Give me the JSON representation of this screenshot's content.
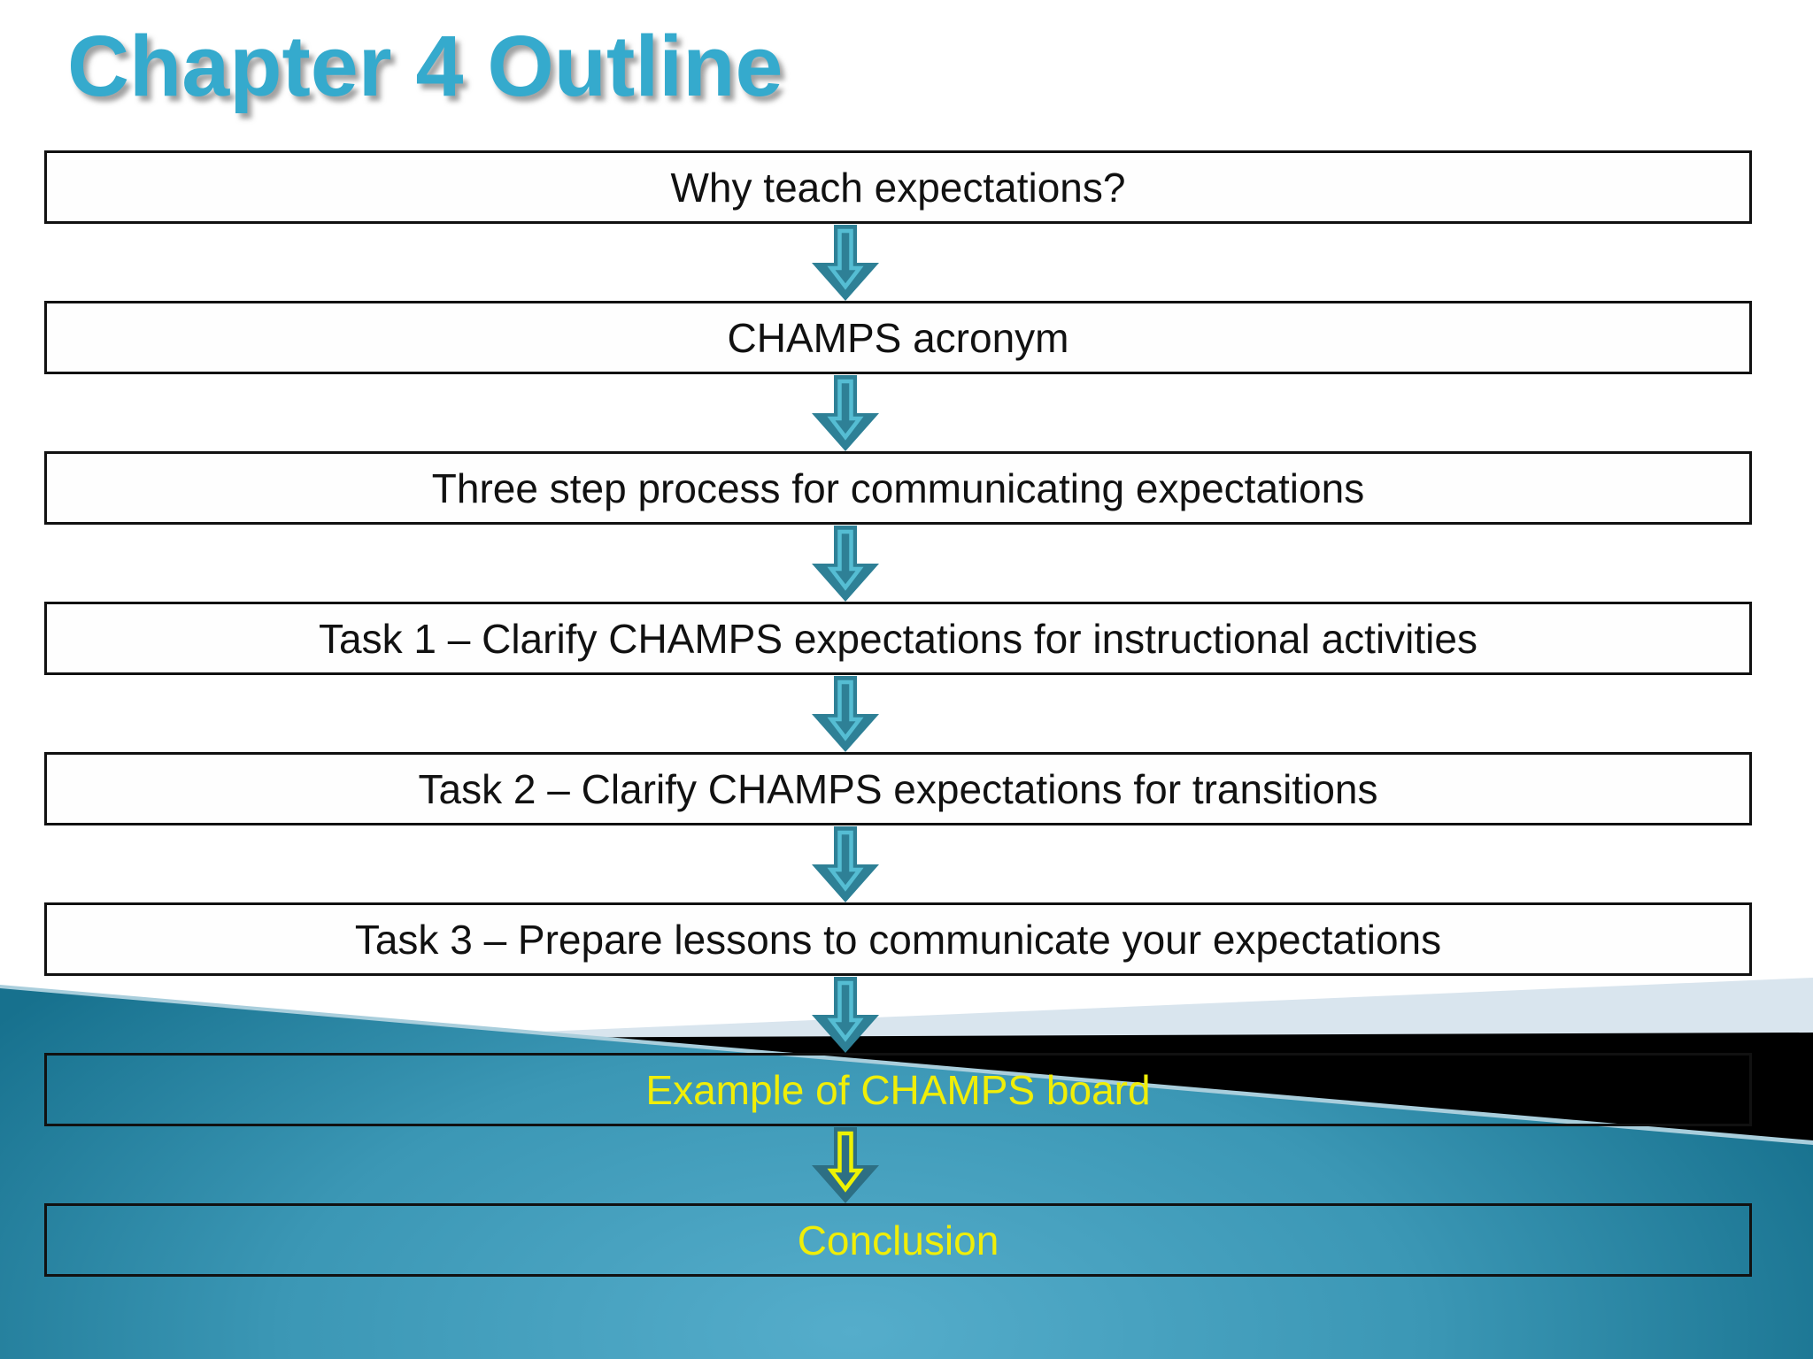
{
  "slide": {
    "title": "Chapter 4 Outline",
    "flow_boxes": [
      {
        "label": "Why teach expectations?",
        "text_color": "#111111",
        "fill": "white"
      },
      {
        "label": "CHAMPS acronym",
        "text_color": "#111111",
        "fill": "white"
      },
      {
        "label": "Three step process for communicating expectations",
        "text_color": "#111111",
        "fill": "white"
      },
      {
        "label": "Task 1 – Clarify CHAMPS expectations for instructional activities",
        "text_color": "#111111",
        "fill": "white"
      },
      {
        "label": "Task 2 – Clarify CHAMPS expectations for transitions",
        "text_color": "#111111",
        "fill": "white"
      },
      {
        "label": "Task 3 – Prepare lessons to communicate your expectations",
        "text_color": "#111111",
        "fill": "white"
      },
      {
        "label": "Example of CHAMPS board",
        "text_color": "#F0EE08",
        "fill": "none"
      },
      {
        "label": "Conclusion",
        "text_color": "#F0EE08",
        "fill": "none"
      }
    ],
    "arrows": {
      "count": 7,
      "fill": "#2E8096",
      "inner": "#55BDD3",
      "last_fill": "#2D6F84",
      "last_inner": "#EDF203"
    },
    "colors": {
      "title_color": "#35AACD",
      "box_border": "#111111",
      "box_fill": "#FEFEFE",
      "band_light": "#D9E5EE",
      "band_black": "#000000",
      "teal_dark": "#17718E",
      "teal_mid": "#3B97B5",
      "teal_light": "#55ADCB",
      "teal_edge_highlight": "#A9CEDC"
    }
  }
}
